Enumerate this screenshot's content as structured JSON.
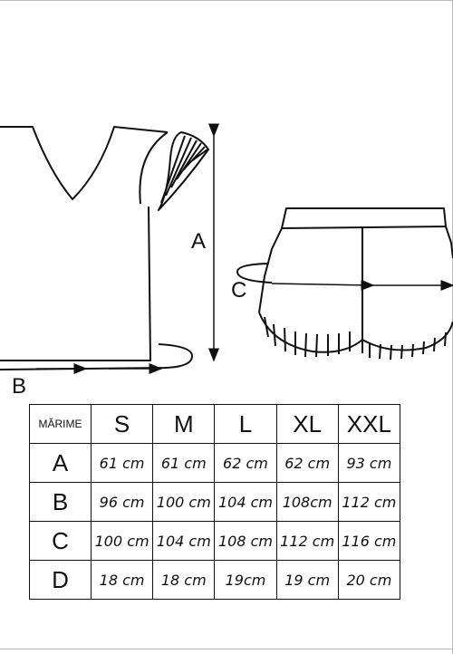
{
  "diagram": {
    "labels": {
      "a": "A",
      "b": "B",
      "c": "C"
    }
  },
  "table": {
    "header_first": "MĂRIME",
    "sizes": [
      "S",
      "M",
      "L",
      "XL",
      "XXL"
    ],
    "rows": [
      {
        "label": "A",
        "values": [
          "61 cm",
          "61 cm",
          "62 cm",
          "62 cm",
          "93 cm"
        ]
      },
      {
        "label": "B",
        "values": [
          "96 cm",
          "100 cm",
          "104 cm",
          "108cm",
          "112 cm"
        ]
      },
      {
        "label": "C",
        "values": [
          "100 cm",
          "104 cm",
          "108 cm",
          "112 cm",
          "116 cm"
        ]
      },
      {
        "label": "D",
        "values": [
          "18 cm",
          "18 cm",
          "19cm",
          "19 cm",
          "20 cm"
        ]
      }
    ]
  }
}
